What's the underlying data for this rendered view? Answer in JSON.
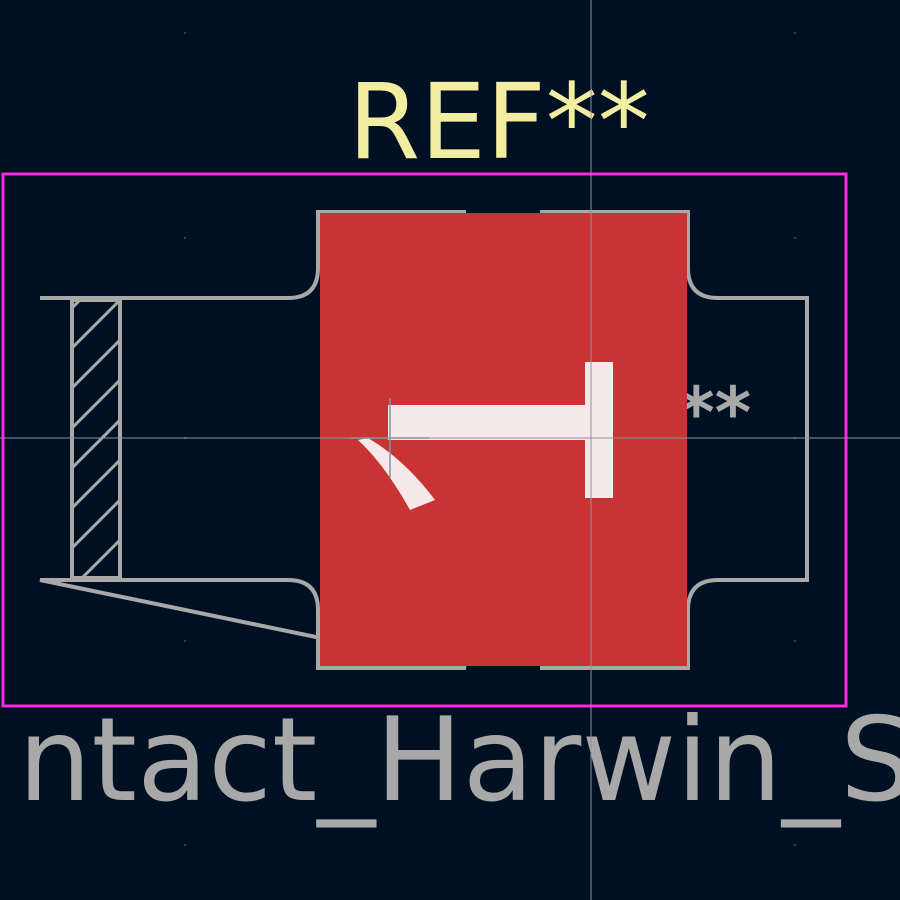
{
  "canvas": {
    "background_color": "#001023",
    "crosshair_color": "#8a93a3",
    "grid_dot_color": "#2e3d55"
  },
  "footprint": {
    "reference_text": "REF**",
    "value_text_partial": "**",
    "footprint_name_text": "ntact_Harwin_S",
    "courtyard_color": "#ff26e2",
    "fab_outline_color": "#a8a8a8",
    "ref_color": "#f2eda1",
    "fab_text_color": "#a8a8a8"
  },
  "pad": {
    "number": "1",
    "color": "#c83434",
    "number_color": "#f5e9e9"
  }
}
